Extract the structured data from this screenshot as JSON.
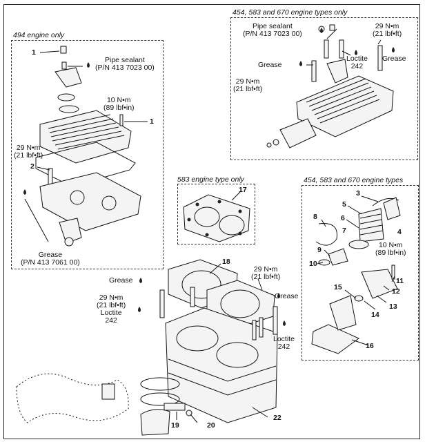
{
  "boxes": {
    "b494": {
      "title": "494 engine only"
    },
    "bHead": {
      "title": "454, 583 and 670 engine types only"
    },
    "b583": {
      "title": "583 engine type only"
    },
    "bRave": {
      "title": "454, 583 and 670 engine types"
    }
  },
  "labels": {
    "pipe1": "Pipe sealant\n(P/N 413 7023 00)",
    "torq10a": "10 N•m\n(89 lbf•in)",
    "torq29a": "29 N•m\n(21 lbf•ft)",
    "grease494": "Grease\n(P/N 413 7061 00)",
    "pipe2": "Pipe sealant\n(P/N 413 7023 00)",
    "torq29b": "29 N•m\n(21 lbf•ft)",
    "grease1": "Grease",
    "grease2": "Grease",
    "loctite1": "Loctite\n242",
    "torq29c": "29 N•m\n(21 lbf•ft)",
    "torq10b": "10 N•m\n(89 lbf•in)",
    "grease3": "Grease",
    "torq29d": "29 N•m\n(21 lbf•ft)\nLoctite\n242",
    "torq29e": "29 N•m\n(21 lbf•ft)",
    "grease4": "Grease",
    "loctite2": "Loctite\n242"
  },
  "numbers": {
    "n1a": "1",
    "n1b": "1",
    "n2": "2",
    "n3": "3",
    "n4": "4",
    "n5": "5",
    "n6": "6",
    "n7": "7",
    "n8": "8",
    "n9": "9",
    "n10": "10",
    "n11": "11",
    "n12": "12",
    "n13": "13",
    "n14": "14",
    "n15": "15",
    "n16": "16",
    "n17": "17",
    "n18": "18",
    "n19": "19",
    "n20": "20",
    "n22": "22"
  }
}
